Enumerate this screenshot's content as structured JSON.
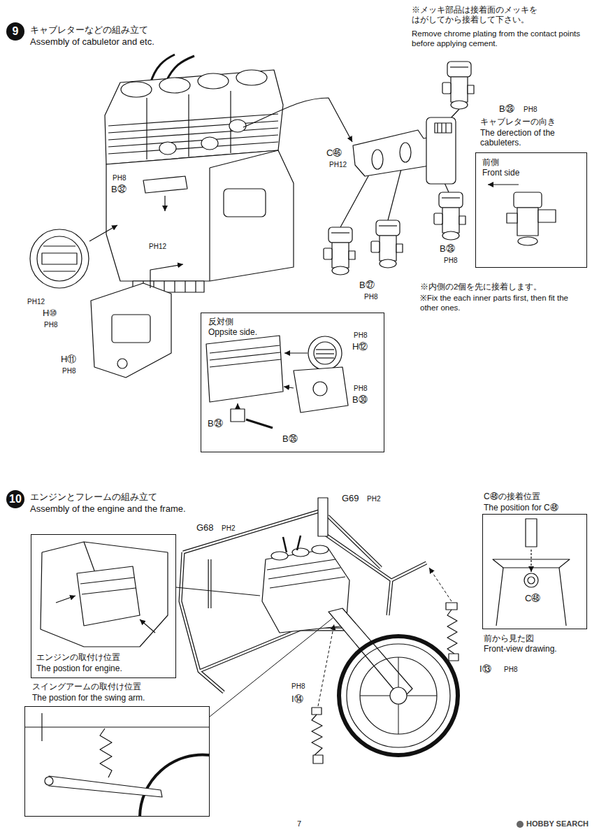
{
  "diagram": {
    "nodes": [
      {
        "text": [
          "キャブレターの向き",
          "The derection of the cabuleters.",
          "前側",
          "Front side"
        ]
      },
      {
        "text": [
          "反対側",
          "Oppsite side."
        ]
      },
      {
        "text": [
          "エンジンの取付け位置",
          "The postion for engine."
        ]
      },
      {
        "text": [
          "スイングアームの取付け位置",
          "The postion for the swing arm."
        ]
      },
      {
        "text": [
          "C㊽の接着位置",
          "The position for C㊽",
          "前から見た図",
          "Front-view drawing."
        ]
      }
    ],
    "labels": [
      "9",
      "キャブレターなどの組み立て",
      "Assembly of cabuletor and etc.",
      "※メッキ部品は接着面のメッキを はがしてから接着して下さい。",
      "Remove chrome plating from the contact points before applying cement.",
      "B㉘",
      "PH8",
      "PH8",
      "B㉜",
      "C㊻",
      "PH12",
      "PH12",
      "PH12",
      "H⑩",
      "PH8",
      "H⑪",
      "PH8",
      "B㉘",
      "PH8",
      "B㉗",
      "PH8",
      "※内側の2個を先に接着します。",
      "※Fix the each inner parts first, then fit the other ones.",
      "PH8",
      "H⑫",
      "PH8",
      "B㉚",
      "B㉔",
      "B㉖",
      "10",
      "エンジンとフレームの組み立て",
      "Assembly of the engine and the frame.",
      "G69",
      "PH2",
      "G68",
      "PH2",
      "C㊽",
      "I⑬",
      "PH8",
      "PH8",
      "I⑭",
      "7",
      "HOBBY SEARCH"
    ]
  }
}
